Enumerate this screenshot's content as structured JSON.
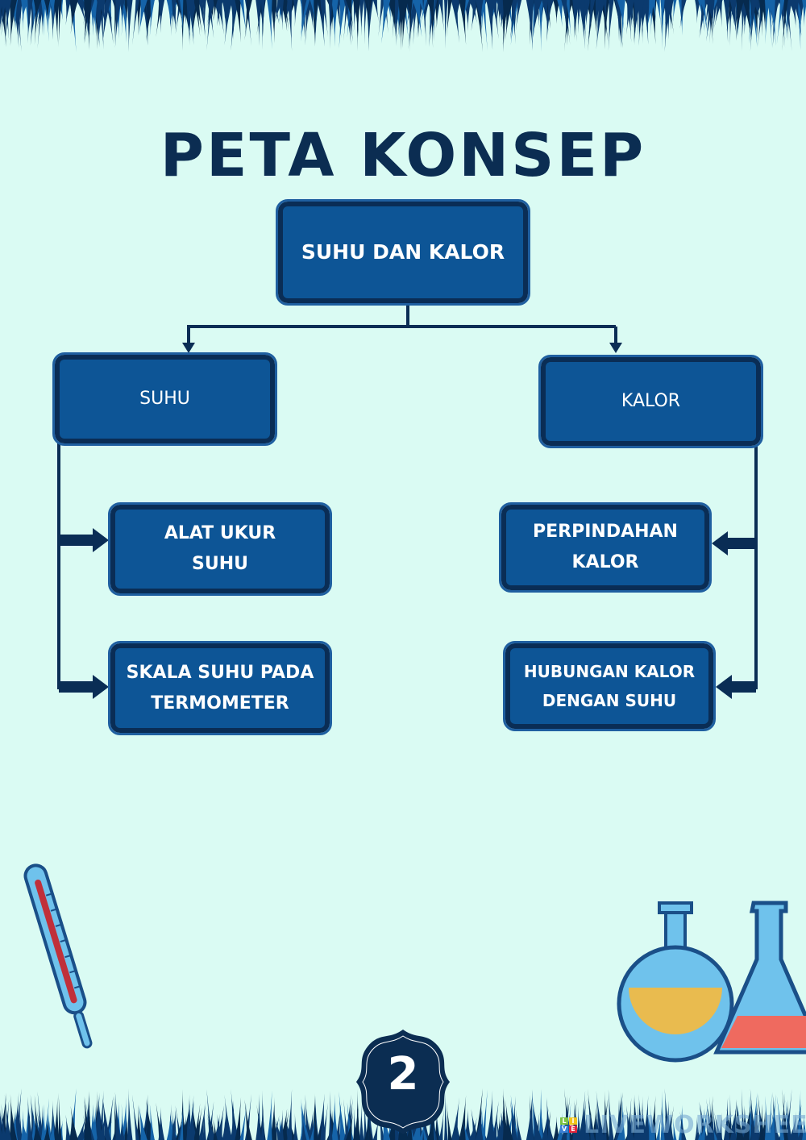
{
  "title": "PETA KONSEP",
  "root": "SUHU DAN KALOR",
  "left": {
    "label": "SUHU",
    "children": [
      "ALAT UKUR\nSUHU",
      "SKALA SUHU PADA\nTERMOMETER"
    ]
  },
  "right": {
    "label": "KALOR",
    "children": [
      "PERPINDAHAN\nKALOR",
      "HUBUNGAN KALOR\nDENGAN SUHU"
    ]
  },
  "page_number": "2",
  "watermark": {
    "logo": [
      "L",
      "I",
      "V",
      "E"
    ],
    "text": "LIVEWORKSHEETS"
  },
  "colors": {
    "background": "#dafbf3",
    "box": "#0d5596",
    "border": "#0a2d55"
  }
}
